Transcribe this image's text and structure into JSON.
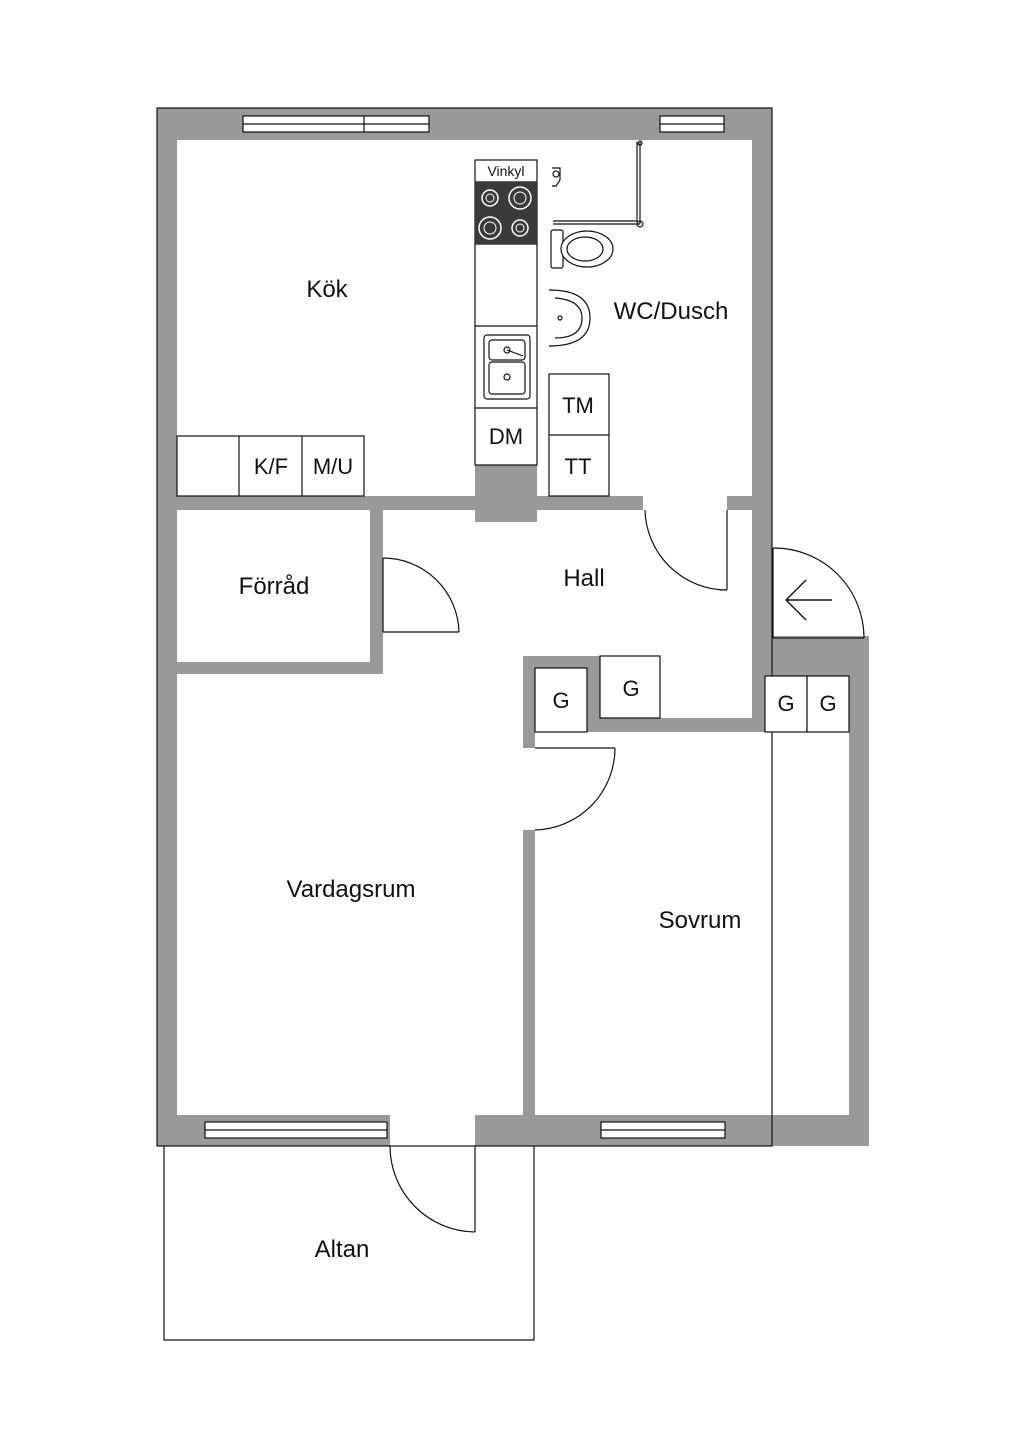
{
  "colors": {
    "wall": "#999999",
    "line": "#111111",
    "background": "#ffffff",
    "hob": "#3a3a3a"
  },
  "rooms": {
    "kitchen": "Kök",
    "bathroom": "WC/Dusch",
    "storage": "Förråd",
    "hall": "Hall",
    "living_room": "Vardagsrum",
    "bedroom": "Sovrum",
    "terrace": "Altan"
  },
  "fixtures": {
    "vinkyl": "Vinkyl",
    "kf": "K/F",
    "mu": "M/U",
    "dm": "DM",
    "tm": "TM",
    "tt": "TT",
    "wardrobe_1": "G",
    "wardrobe_2": "G",
    "wardrobe_3": "G",
    "wardrobe_4": "G"
  },
  "icons": [
    "entrance-arrow-icon",
    "hob-icon",
    "sink-icon",
    "toilet-icon",
    "washbasin-icon",
    "shower-icon"
  ]
}
